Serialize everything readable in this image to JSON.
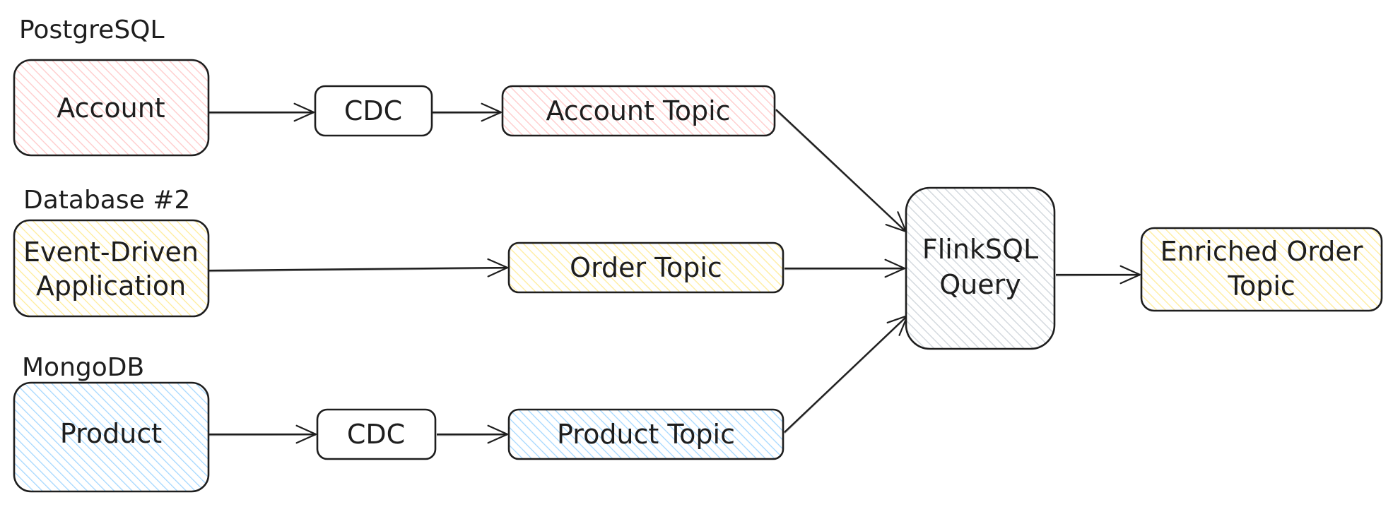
{
  "colors": {
    "stroke": "#1e1e1e",
    "pink": "#ffc9c9",
    "yellow": "#ffec99",
    "blue": "#a5d8ff",
    "gray": "#ced4da",
    "white": "#ffffff"
  },
  "groups": [
    {
      "id": "postgres",
      "label": "PostgreSQL"
    },
    {
      "id": "db2",
      "label": "Database #2"
    },
    {
      "id": "mongo",
      "label": "MongoDB"
    }
  ],
  "nodes": [
    {
      "id": "account",
      "lines": [
        "Account"
      ],
      "fill": "pink"
    },
    {
      "id": "cdc1",
      "lines": [
        "CDC"
      ],
      "fill": "white"
    },
    {
      "id": "account-topic",
      "lines": [
        "Account Topic"
      ],
      "fill": "pink"
    },
    {
      "id": "eda",
      "lines": [
        "Event-Driven",
        "Application"
      ],
      "fill": "yellow"
    },
    {
      "id": "order-topic",
      "lines": [
        "Order Topic"
      ],
      "fill": "yellow"
    },
    {
      "id": "product",
      "lines": [
        "Product"
      ],
      "fill": "blue"
    },
    {
      "id": "cdc2",
      "lines": [
        "CDC"
      ],
      "fill": "white"
    },
    {
      "id": "product-topic",
      "lines": [
        "Product Topic"
      ],
      "fill": "blue"
    },
    {
      "id": "flink",
      "lines": [
        "FlinkSQL",
        "Query"
      ],
      "fill": "gray"
    },
    {
      "id": "enriched",
      "lines": [
        "Enriched Order",
        "Topic"
      ],
      "fill": "yellow"
    }
  ],
  "edges": [
    {
      "from": "account",
      "to": "cdc1"
    },
    {
      "from": "cdc1",
      "to": "account-topic"
    },
    {
      "from": "account-topic",
      "to": "flink"
    },
    {
      "from": "eda",
      "to": "order-topic"
    },
    {
      "from": "order-topic",
      "to": "flink"
    },
    {
      "from": "product",
      "to": "cdc2"
    },
    {
      "from": "cdc2",
      "to": "product-topic"
    },
    {
      "from": "product-topic",
      "to": "flink"
    },
    {
      "from": "flink",
      "to": "enriched"
    }
  ]
}
